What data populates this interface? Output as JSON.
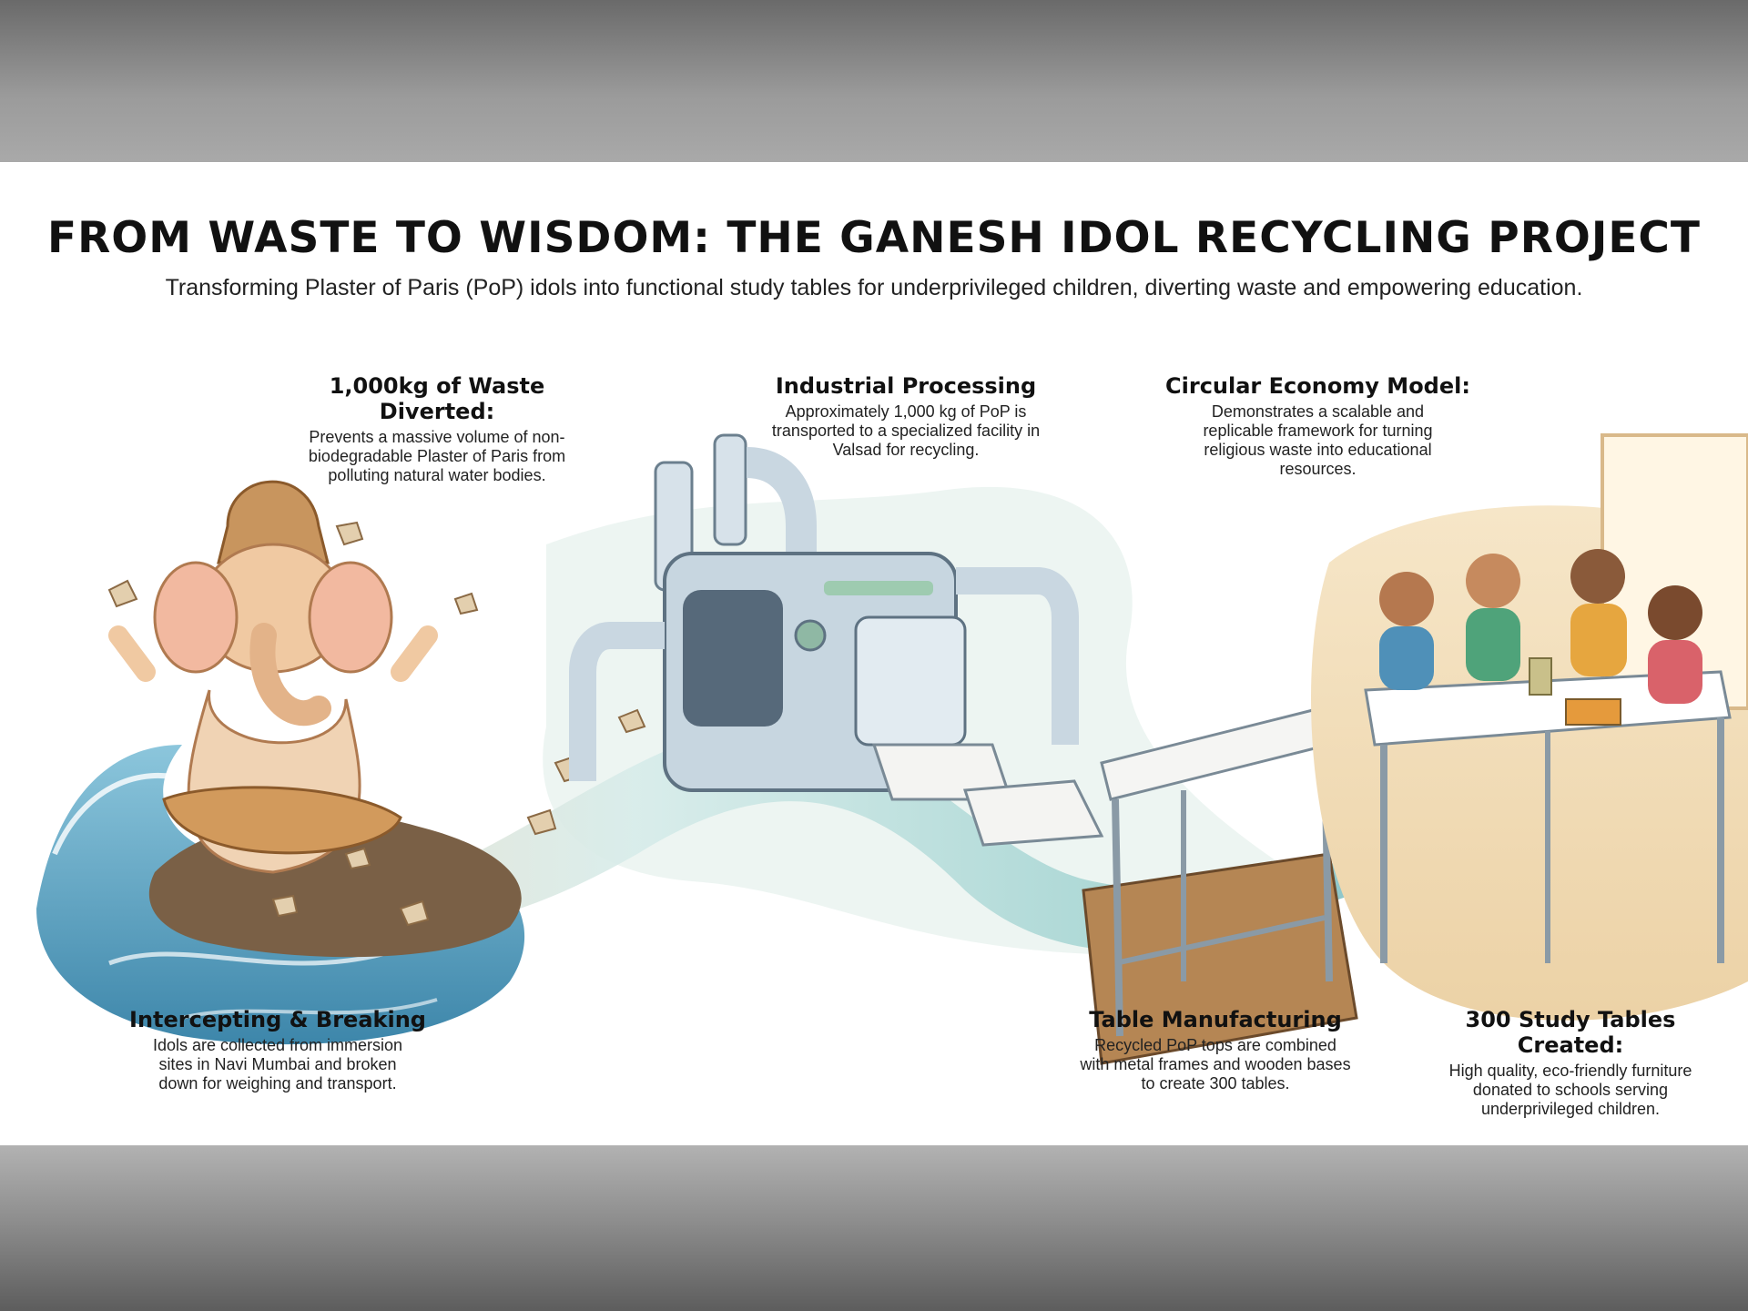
{
  "header": {
    "title": "FROM WASTE TO WISDOM: THE GANESH IDOL RECYCLING PROJECT",
    "subtitle": "Transforming Plaster of Paris (PoP) idols into functional study tables for underprivileged children, diverting waste and empowering education."
  },
  "steps": [
    {
      "heading": "1,000kg of Waste Diverted:",
      "text": "Prevents a massive volume of non-biodegradable Plaster of Paris from polluting natural water bodies."
    },
    {
      "heading": "Industrial Processing",
      "text": "Approximately 1,000 kg of PoP is transported to a specialized facility in Valsad for recycling."
    },
    {
      "heading": "Circular Economy Model:",
      "text": "Demonstrates a scalable and replicable framework for turning religious waste into educational resources."
    },
    {
      "heading": "Intercepting & Breaking",
      "text": "Idols are collected from immersion sites in Navi Mumbai and broken down for weighing and transport."
    },
    {
      "heading": "Table Manufacturing",
      "text": "Recycled PoP tops are combined with metal frames and wooden bases to create 300 tables."
    },
    {
      "heading": "300 Study Tables Created:",
      "text": "High quality, eco-friendly furniture donated to schools serving underprivileged children."
    }
  ],
  "colors": {
    "water": "#5aa3c4",
    "flow_teal": "#8fc7c9",
    "plaster": "#d8c3a3",
    "machine": "#c7d6e0",
    "room": "#f2dfc0"
  }
}
